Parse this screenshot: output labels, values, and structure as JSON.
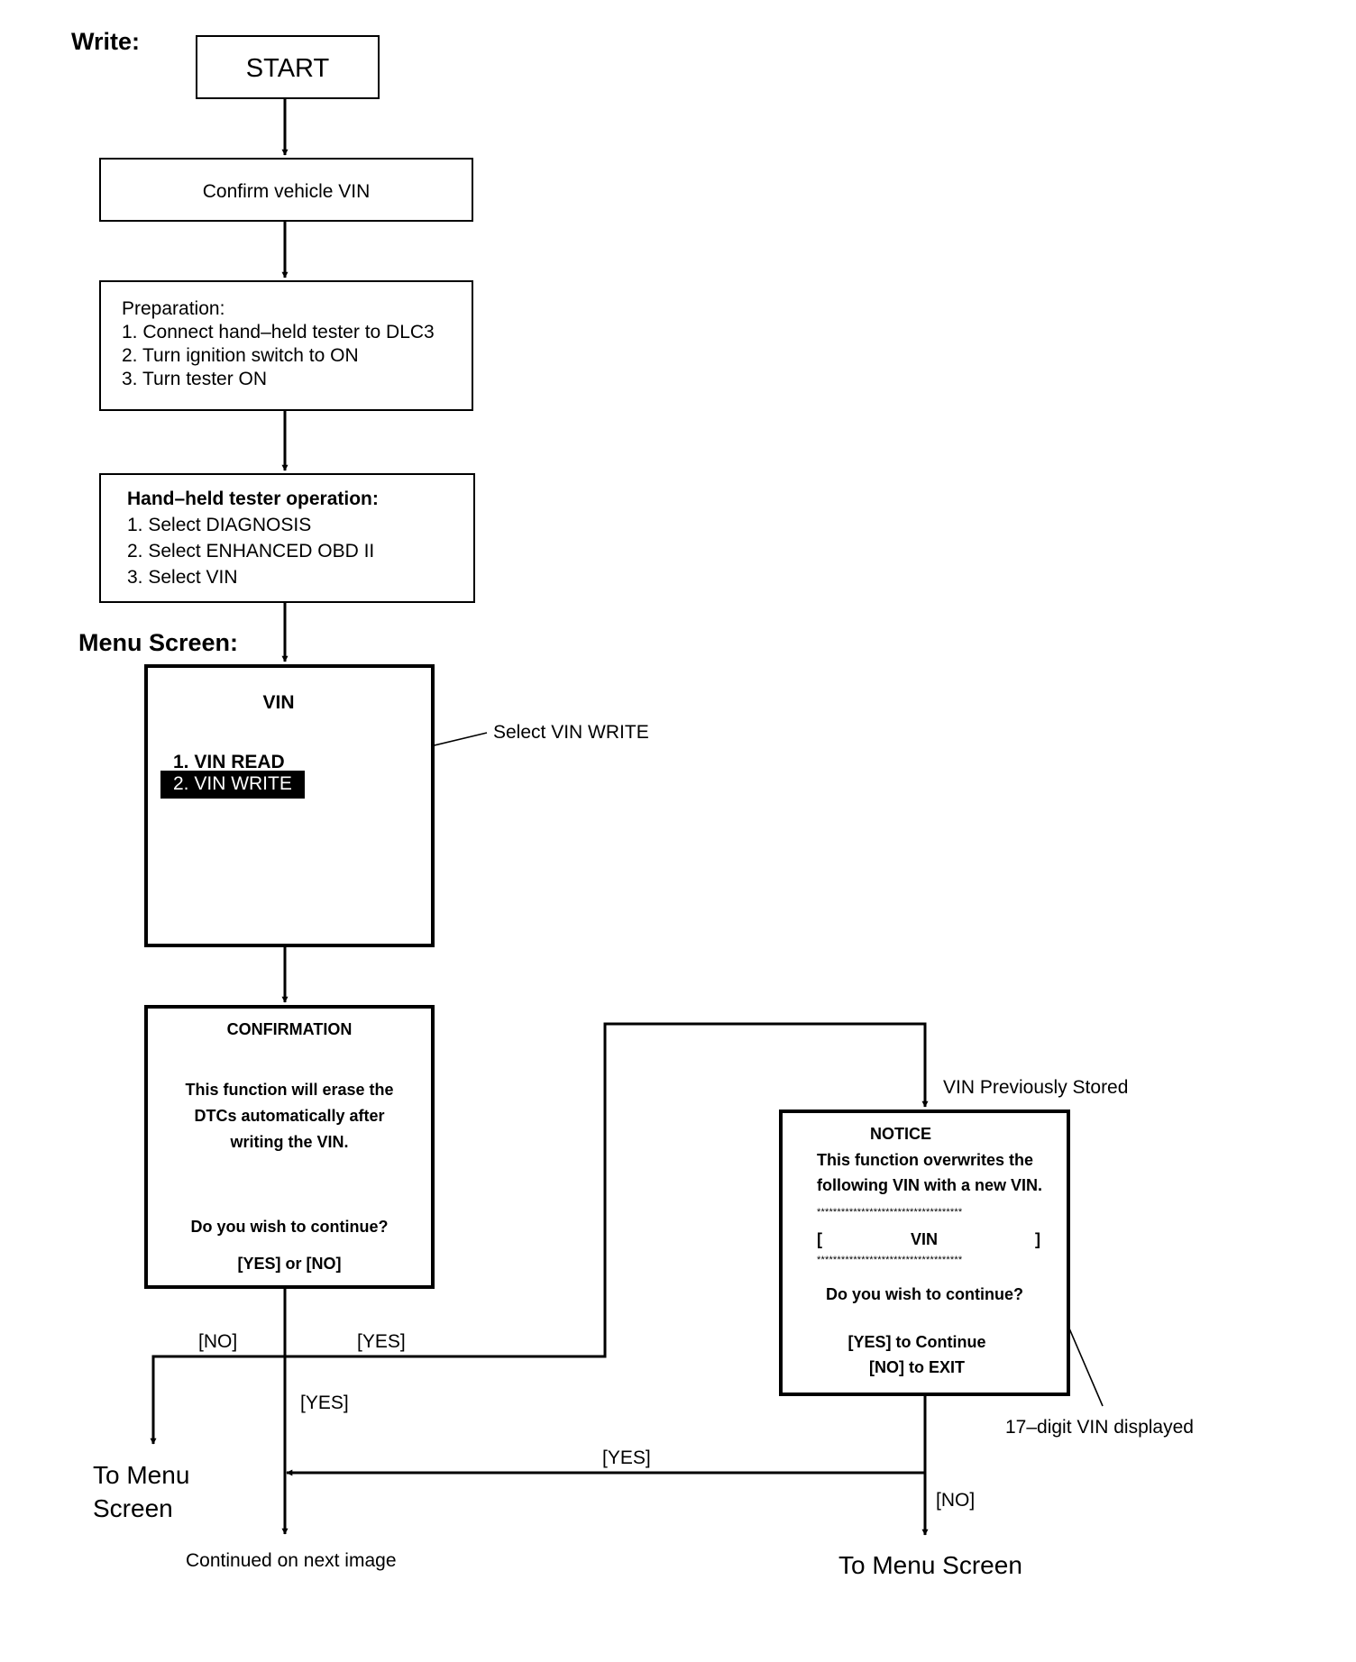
{
  "headings": {
    "write": "Write:",
    "menu_screen": "Menu Screen:"
  },
  "start_label": "START",
  "confirm_vin": "Confirm vehicle VIN",
  "preparation": {
    "title": "Preparation:",
    "steps": [
      "1. Connect hand–held tester to DLC3",
      "2. Turn ignition switch to ON",
      "3. Turn tester ON"
    ]
  },
  "tester_operation": {
    "title": "Hand–held tester operation:",
    "steps": [
      "1. Select DIAGNOSIS",
      "2. Select ENHANCED OBD II",
      "3. Select VIN"
    ]
  },
  "menu": {
    "title": "VIN",
    "item_read": "1. VIN READ",
    "item_write": "2. VIN WRITE",
    "callout": "Select VIN WRITE"
  },
  "confirmation": {
    "title": "CONFIRMATION",
    "message": [
      "This function will erase the",
      "DTCs automatically after",
      "writing the VIN."
    ],
    "question": "Do you wish to continue?",
    "choices": "[YES] or [NO]"
  },
  "notice": {
    "title": "NOTICE",
    "message": [
      "This function overwrites the",
      "following VIN with a new VIN."
    ],
    "stars": "************************************",
    "bracket_open": "[",
    "vin_label": "VIN",
    "bracket_close": "]",
    "question": "Do you wish to continue?",
    "yes_line": "[YES] to Continue",
    "no_line": "[NO] to EXIT"
  },
  "labels": {
    "vin_previously_stored": "VIN Previously Stored",
    "vin_displayed": "17–digit VIN displayed",
    "no_left": "[NO]",
    "yes_right": "[YES]",
    "yes_down": "[YES]",
    "yes_bottom": "[YES]",
    "no_bottom": "[NO]",
    "to_menu_left": [
      "To Menu",
      "Screen"
    ],
    "to_menu_right": "To Menu Screen",
    "continued": "Continued on next image"
  }
}
